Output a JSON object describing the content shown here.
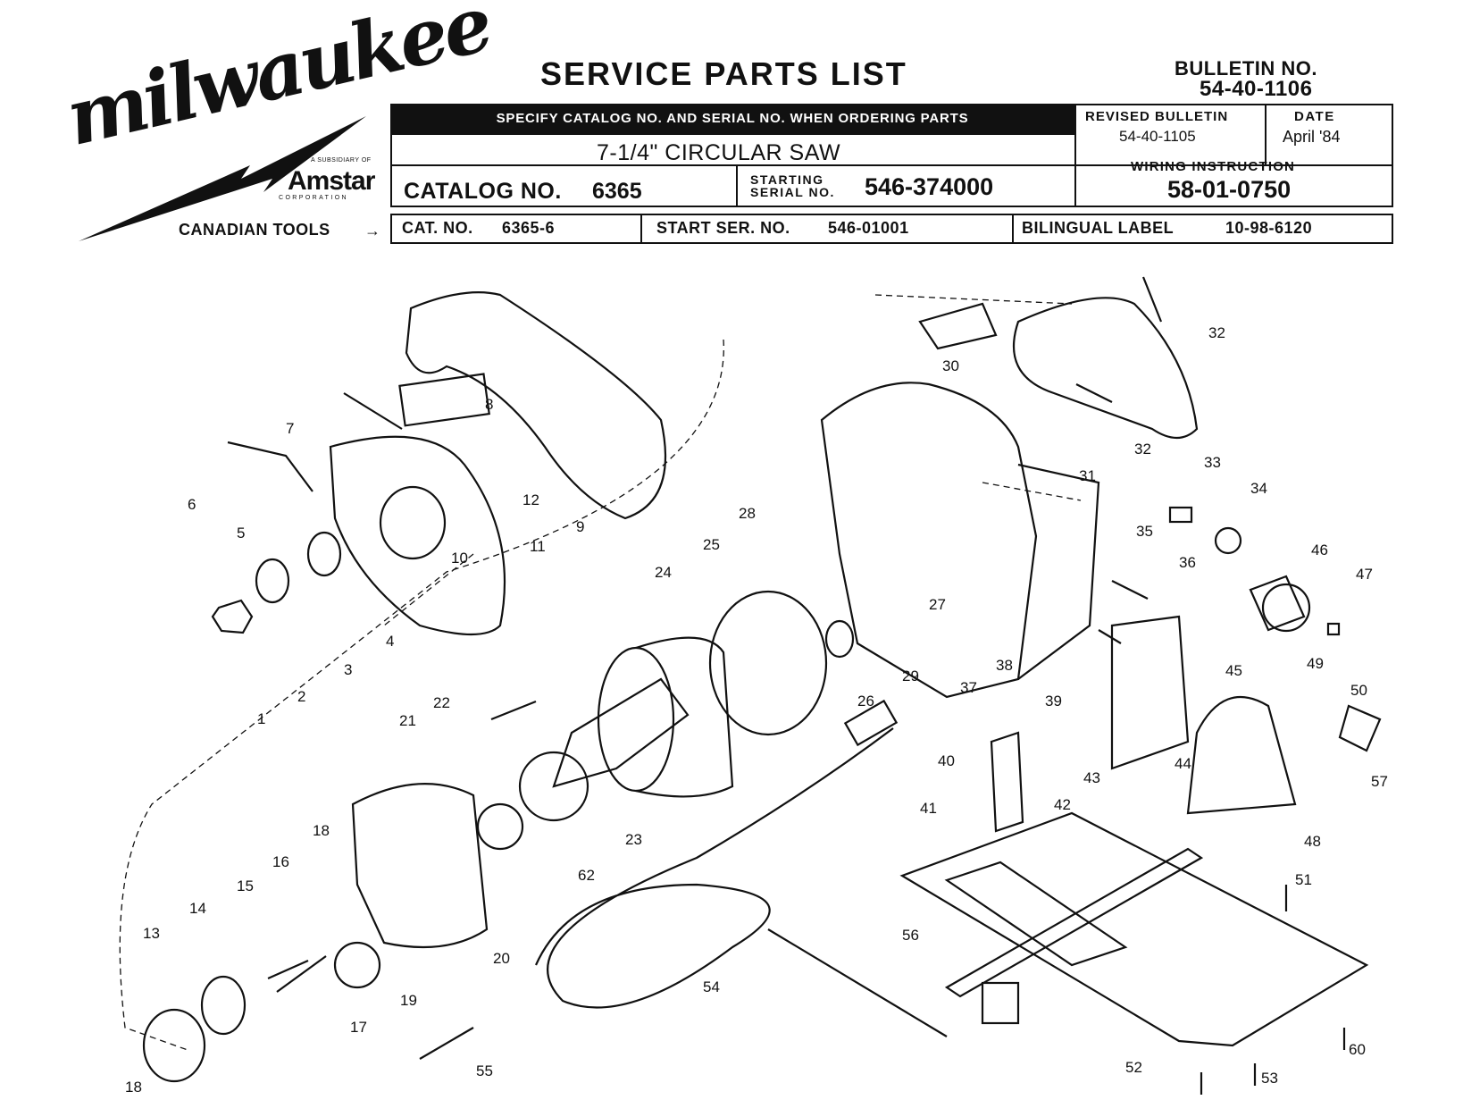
{
  "brand": {
    "logo_text": "milwaukee",
    "subsidiary_text": "A SUBSIDIARY OF",
    "parent_name": "Amstar",
    "parent_corp": "CORPORATION"
  },
  "header": {
    "title": "SERVICE PARTS LIST",
    "bulletin_label": "BULLETIN NO.",
    "bulletin_value": "54-40-1106",
    "specify_note": "SPECIFY CATALOG NO. AND SERIAL NO. WHEN ORDERING PARTS",
    "tool_name": "7-1/4\" CIRCULAR SAW",
    "catalog_label": "CATALOG NO.",
    "catalog_value": "6365",
    "starting_label_1": "STARTING",
    "starting_label_2": "SERIAL NO.",
    "starting_value": "546-374000",
    "revised_label": "REVISED BULLETIN",
    "revised_value": "54-40-1105",
    "date_label": "DATE",
    "date_value": "April '84",
    "wiring_label": "WIRING INSTRUCTION",
    "wiring_value": "58-01-0750"
  },
  "canadian": {
    "label": "CANADIAN TOOLS",
    "cat_label": "CAT. NO.",
    "cat_value": "6365-6",
    "start_label": "START SER. NO.",
    "start_value": "546-01001",
    "bilingual_label": "BILINGUAL LABEL",
    "bilingual_value": "10-98-6120"
  },
  "diagram": {
    "part_numbers": [
      "1",
      "2",
      "3",
      "4",
      "5",
      "6",
      "7",
      "8",
      "9",
      "10",
      "11",
      "12",
      "13",
      "14",
      "15",
      "16",
      "17",
      "18",
      "18",
      "19",
      "20",
      "21",
      "22",
      "23",
      "24",
      "25",
      "26",
      "27",
      "28",
      "29",
      "30",
      "31",
      "32",
      "32",
      "33",
      "34",
      "35",
      "36",
      "37",
      "38",
      "39",
      "40",
      "41",
      "42",
      "43",
      "44",
      "45",
      "46",
      "47",
      "48",
      "49",
      "50",
      "51",
      "52",
      "53",
      "54",
      "55",
      "56",
      "57",
      "60",
      "62"
    ]
  }
}
